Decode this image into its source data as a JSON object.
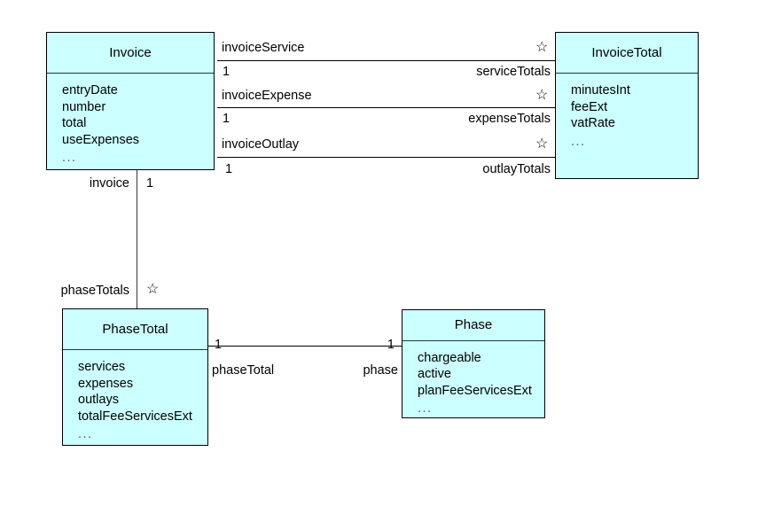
{
  "diagram": {
    "title": "UML class diagram",
    "colors": {
      "class_fill": "#ccffff",
      "class_border": "#000000",
      "line": "#000000",
      "background": "#ffffff"
    }
  },
  "classes": [
    {
      "id": "invoice",
      "name": "Invoice",
      "attributes": [
        "entryDate",
        "number",
        "total",
        "useExpenses",
        "..."
      ]
    },
    {
      "id": "invoice_total",
      "name": "InvoiceTotal",
      "attributes": [
        "minutesInt",
        "feeExt",
        "vatRate",
        "..."
      ]
    },
    {
      "id": "phase_total",
      "name": "PhaseTotal",
      "attributes": [
        "services",
        "expenses",
        "outlays",
        "totalFeeServicesExt",
        "..."
      ]
    },
    {
      "id": "phase",
      "name": "Phase",
      "attributes": [
        "chargeable",
        "active",
        "planFeeServicesExt",
        "..."
      ]
    }
  ],
  "associations": [
    {
      "id": "invoice_service",
      "name": "invoiceService",
      "from": "Invoice",
      "to": "InvoiceTotal",
      "source_role": "",
      "source_multiplicity": "1",
      "target_role": "serviceTotals",
      "target_multiplicity": "*"
    },
    {
      "id": "invoice_expense",
      "name": "invoiceExpense",
      "from": "Invoice",
      "to": "InvoiceTotal",
      "source_role": "",
      "source_multiplicity": "1",
      "target_role": "expenseTotals",
      "target_multiplicity": "*"
    },
    {
      "id": "invoice_outlay",
      "name": "invoiceOutlay",
      "from": "Invoice",
      "to": "InvoiceTotal",
      "source_role": "",
      "source_multiplicity": "1",
      "target_role": "outlayTotals",
      "target_multiplicity": "*"
    },
    {
      "id": "invoice_phase_totals",
      "name": "",
      "from": "Invoice",
      "to": "PhaseTotal",
      "source_role": "invoice",
      "source_multiplicity": "1",
      "target_role": "phaseTotals",
      "target_multiplicity": "*"
    },
    {
      "id": "phase_total_phase",
      "name": "",
      "from": "PhaseTotal",
      "to": "Phase",
      "source_role": "phaseTotal",
      "source_multiplicity": "1",
      "target_role": "phase",
      "target_multiplicity": "1"
    }
  ],
  "glyphs": {
    "star": "☆"
  }
}
